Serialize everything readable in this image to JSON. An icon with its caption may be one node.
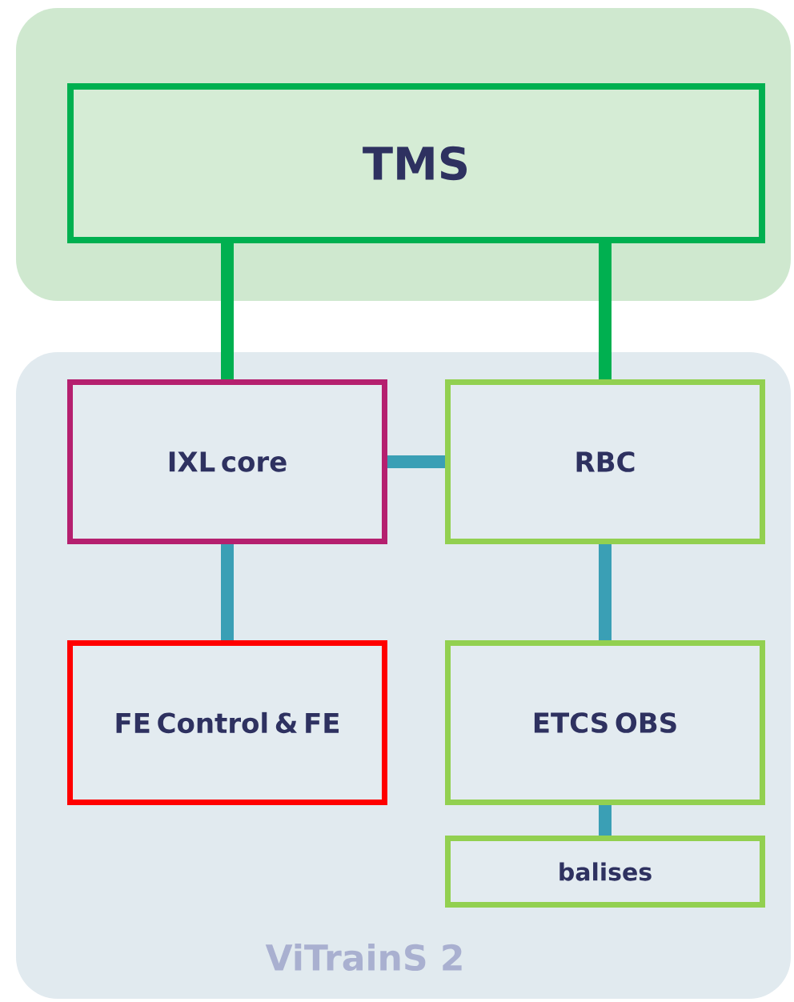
{
  "diagram": {
    "nodes": [
      {
        "text": [],
        "shape": "box"
      },
      {
        "text": [
          "TMS"
        ],
        "in": 0
      },
      {
        "text": [
          "ViTrainS 2"
        ]
      },
      {
        "text": [
          "IXL core"
        ],
        "in": 2
      },
      {
        "text": [
          "RBC"
        ],
        "in": 2
      },
      {
        "text": [
          "FE Control & FE"
        ],
        "in": 2
      },
      {
        "text": [
          "ETCS OBS"
        ],
        "in": 2
      },
      {
        "text": [
          "balises"
        ],
        "in": 2
      }
    ],
    "edges": [
      {
        "from": 1,
        "to": 3,
        "arrow": "none",
        "color": "#00b050"
      },
      {
        "from": 1,
        "to": 4,
        "arrow": "none",
        "color": "#00b050"
      },
      {
        "from": 3,
        "to": 4,
        "arrow": "none"
      },
      {
        "from": 3,
        "to": 5,
        "arrow": "none"
      },
      {
        "from": 4,
        "to": 6,
        "arrow": "none"
      },
      {
        "from": 6,
        "to": 7,
        "arrow": "none"
      }
    ]
  }
}
